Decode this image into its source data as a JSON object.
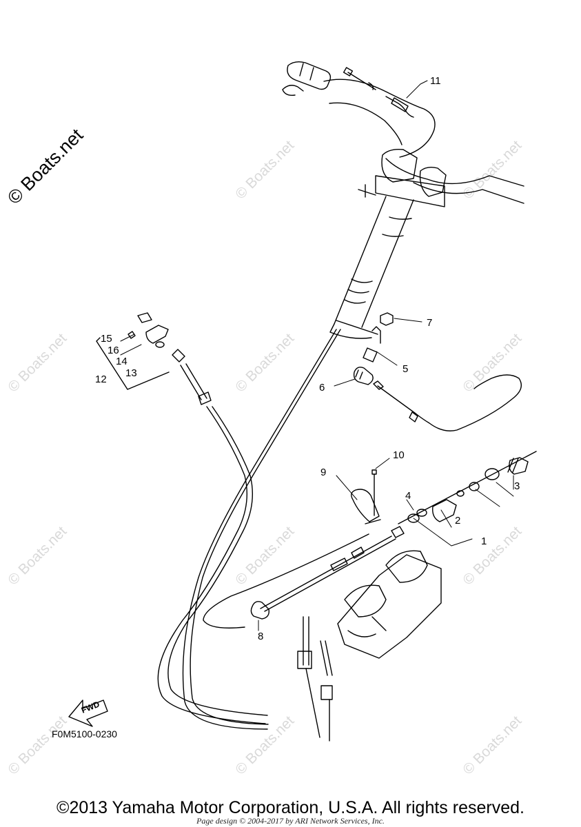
{
  "watermark": {
    "corner_text": "© Boats.net",
    "repeat_text": "© Boats.net"
  },
  "callouts": [
    "1",
    "2",
    "3",
    "4",
    "5",
    "6",
    "7",
    "8",
    "9",
    "10",
    "11",
    "12",
    "13",
    "14",
    "15",
    "16"
  ],
  "figure_code": "F0M5100-0230",
  "fwd_label": "FWD",
  "footer": {
    "copyright": "©2013 Yamaha Motor Corporation, U.S.A. All rights reserved.",
    "design_credit": "Page design © 2004-2017 by ARI Network Services, Inc."
  }
}
